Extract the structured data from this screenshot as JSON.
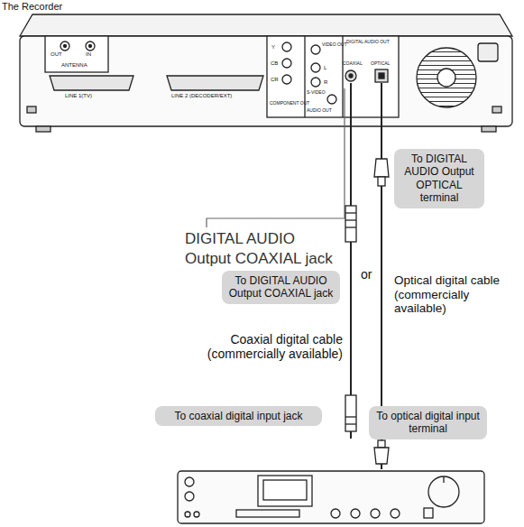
{
  "diagram": {
    "nodes": [
      {
        "text": [
          "To DIGITAL AUDIO Output OPTICAL terminal"
        ]
      },
      {
        "text": [
          "To DIGITAL AUDIO Output COAXIAL jack"
        ]
      },
      {
        "text": [
          "To coaxial digital input jack"
        ]
      },
      {
        "text": [
          "To optical digital input terminal"
        ]
      }
    ],
    "labels": [
      "The Recorder",
      "DIGITAL AUDIO Output COAXIAL jack",
      "Coaxial digital cable (commercially available)",
      "or",
      "Optical digital cable (commercially available)",
      "OUT",
      "IN",
      "ANTENNA",
      "LINE 1(TV)",
      "LINE 2 (DECODER/EXT)",
      "Y",
      "CB",
      "CR",
      "COMPONENT OUT",
      "VIDEO OUT",
      "L",
      "R",
      "S-VIDEO",
      "AUDIO OUT",
      "DIGITAL AUDIO OUT",
      "COAXIAL",
      "OPTICAL"
    ]
  }
}
